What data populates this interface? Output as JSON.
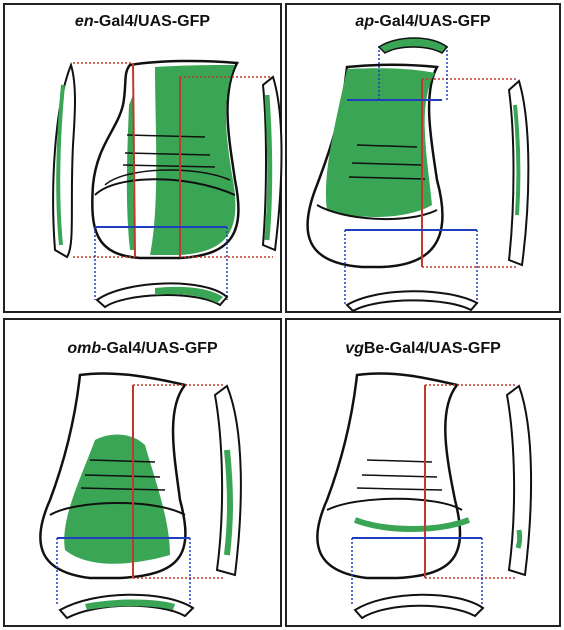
{
  "panels": [
    {
      "gene": "en",
      "suffix": "-Gal4/UAS-GFP"
    },
    {
      "gene": "ap",
      "suffix": "-Gal4/UAS-GFP"
    },
    {
      "gene": "omb",
      "suffix": "-Gal4/UAS-GFP"
    },
    {
      "gene": "vg",
      "suffix": "Be-Gal4/UAS-GFP"
    }
  ],
  "colors": {
    "gfp": "#3aa655",
    "ap_line": "#c0392b",
    "dv_line": "#1f3fbf",
    "outline": "#111111"
  }
}
